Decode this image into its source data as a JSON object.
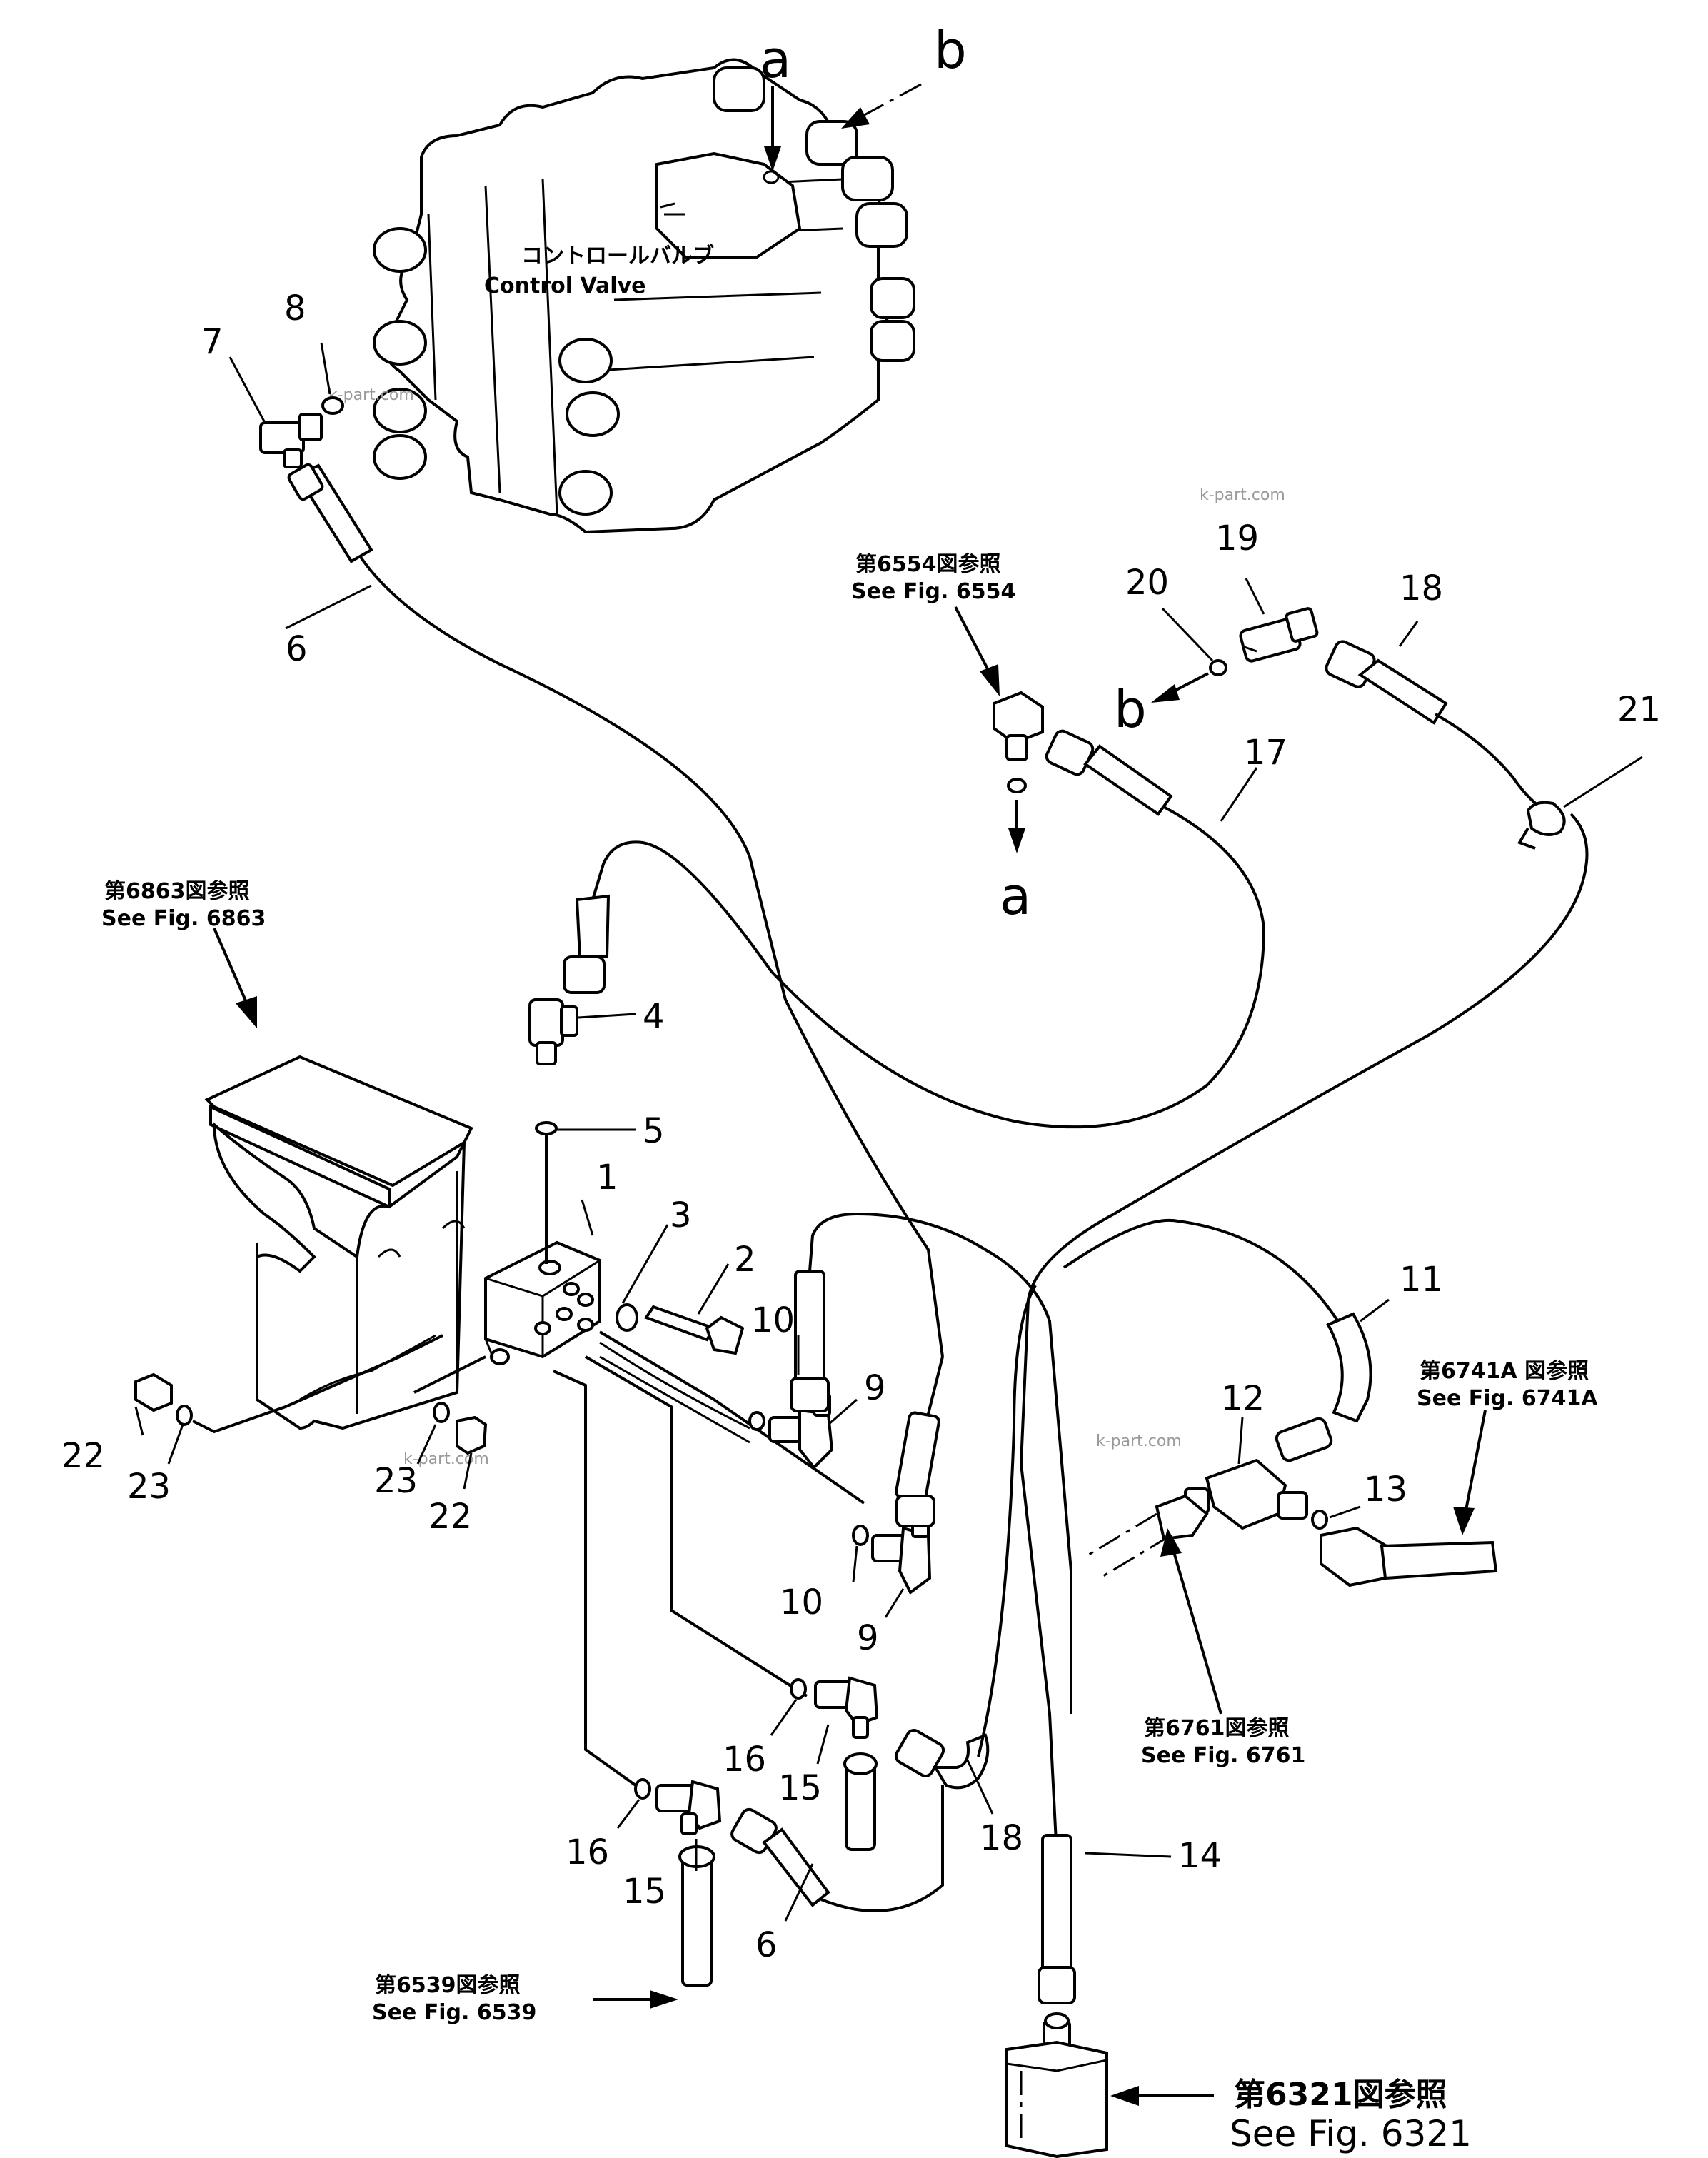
{
  "control_valve": {
    "label_jp": "コントロールバルブ",
    "label_en": "Control Valve"
  },
  "port_letters": {
    "a": "a",
    "b": "b"
  },
  "references": [
    {
      "id": "fig6554",
      "jp": "第6554図参照",
      "en": "See Fig. 6554"
    },
    {
      "id": "fig6863",
      "jp": "第6863図参照",
      "en": "See Fig. 6863"
    },
    {
      "id": "fig6741A",
      "jp": "第6741A 図参照",
      "en": "See Fig. 6741A"
    },
    {
      "id": "fig6761",
      "jp": "第6761図参照",
      "en": "See Fig. 6761"
    },
    {
      "id": "fig6539",
      "jp": "第6539図参照",
      "en": "See Fig. 6539"
    },
    {
      "id": "fig6321",
      "jp": "第6321図参照",
      "en": "See Fig. 6321"
    }
  ],
  "callouts": [
    {
      "id": "c1",
      "text": "1"
    },
    {
      "id": "c2",
      "text": "2"
    },
    {
      "id": "c3",
      "text": "3"
    },
    {
      "id": "c4",
      "text": "4"
    },
    {
      "id": "c5",
      "text": "5"
    },
    {
      "id": "c6a",
      "text": "6"
    },
    {
      "id": "c6b",
      "text": "6"
    },
    {
      "id": "c7",
      "text": "7"
    },
    {
      "id": "c8",
      "text": "8"
    },
    {
      "id": "c9a",
      "text": "9"
    },
    {
      "id": "c9b",
      "text": "9"
    },
    {
      "id": "c10a",
      "text": "10"
    },
    {
      "id": "c10b",
      "text": "10"
    },
    {
      "id": "c11",
      "text": "11"
    },
    {
      "id": "c12",
      "text": "12"
    },
    {
      "id": "c13",
      "text": "13"
    },
    {
      "id": "c14",
      "text": "14"
    },
    {
      "id": "c15a",
      "text": "15"
    },
    {
      "id": "c15b",
      "text": "15"
    },
    {
      "id": "c16a",
      "text": "16"
    },
    {
      "id": "c16b",
      "text": "16"
    },
    {
      "id": "c17",
      "text": "17"
    },
    {
      "id": "c18a",
      "text": "18"
    },
    {
      "id": "c18b",
      "text": "18"
    },
    {
      "id": "c19",
      "text": "19"
    },
    {
      "id": "c20",
      "text": "20"
    },
    {
      "id": "c21",
      "text": "21"
    },
    {
      "id": "c22a",
      "text": "22"
    },
    {
      "id": "c22b",
      "text": "22"
    },
    {
      "id": "c23a",
      "text": "23"
    },
    {
      "id": "c23b",
      "text": "23"
    }
  ],
  "watermark": "k-part.com"
}
